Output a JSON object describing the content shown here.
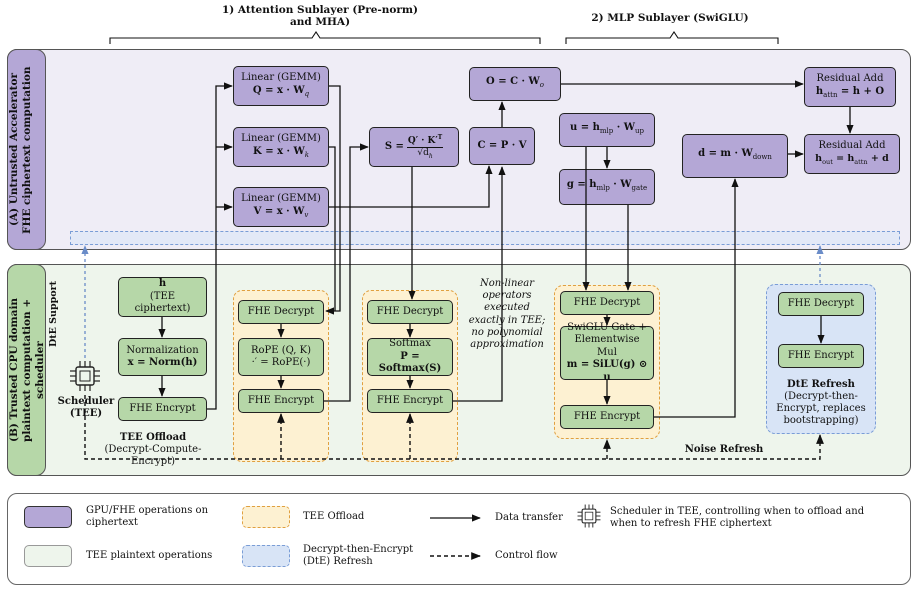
{
  "headings": {
    "attention": "1) Attention Sublayer (Pre-norm)",
    "attention_sub": "and MHA)",
    "mlp": "2) MLP Sublayer (SwiGLU)"
  },
  "panels": {
    "accelerator_line1": "(A) Untrusted Accelerator",
    "accelerator_line2": "FHE ciphertext computation",
    "cpu_line1": "(B) Trusted CPU domain",
    "cpu_line2": "plaintext computation + scheduler"
  },
  "gpu_ops": {
    "linear_q": {
      "title": "Linear (GEMM)",
      "formula": "Q = x · W",
      "sub": "q"
    },
    "linear_k": {
      "title": "Linear (GEMM)",
      "formula": "K = x · W",
      "sub": "k"
    },
    "linear_v": {
      "title": "Linear (GEMM)",
      "formula": "V = x · W",
      "sub": "v"
    },
    "scores": {
      "lhs": "S =",
      "num": "Q′ · K′",
      "sup": "T",
      "den": "√d",
      "den_sub": "h"
    },
    "out_proj": {
      "formula": "O = C · W",
      "sub": "o"
    },
    "attn_mix": {
      "formula": "C = P · V"
    },
    "up_proj": {
      "formula": "u = h",
      "sub1": "mlp",
      "mid": " · W",
      "sub2": "up"
    },
    "gate_proj": {
      "formula": "g = h",
      "sub1": "mlp",
      "mid": " · W",
      "sub2": "gate"
    },
    "down_proj": {
      "formula": "d = m · W",
      "sub": "down"
    },
    "residual1": {
      "title": "Residual Add",
      "formula": "h",
      "sub": "attn",
      "rest": " = h + O"
    },
    "residual2": {
      "title": "Residual Add",
      "formula": "h",
      "sub": "out",
      "rest": " = h",
      "sub2": "attn",
      "rest2": " + d"
    }
  },
  "tee_ops": {
    "h_input": {
      "line1": "h",
      "line2": "(TEE ciphertext)"
    },
    "normalization": {
      "line1": "Normalization",
      "line2": "x = Norm(h)"
    },
    "encrypt_norm": "FHE Encrypt",
    "decrypt_rope": "FHE Decrypt",
    "rope": {
      "line1": "RoPE (Q, K)",
      "line2": "·′ = RoPE(·)"
    },
    "encrypt_rope": "FHE Encrypt",
    "decrypt_softmax": "FHE Decrypt",
    "softmax": {
      "line1": "Softmax",
      "line2": "P = Softmax(S)"
    },
    "encrypt_softmax": "FHE Encrypt",
    "decrypt_swiglu": "FHE Decrypt",
    "swiglu": {
      "line1": "SwiGLU Gate +",
      "line2": "Elementwise Mul",
      "line3": "m = SiLU(g) ⊙ u"
    },
    "encrypt_swiglu": "FHE Encrypt",
    "decrypt_dte": "FHE Decrypt",
    "encrypt_dte": "FHE Encrypt"
  },
  "notes": {
    "nonlinear": [
      "Non-linear",
      "operators",
      "executed",
      "exactly in TEE;",
      "no polynomial",
      "approximation"
    ],
    "dte_support": "DtE Support",
    "scheduler_line1": "Scheduler",
    "scheduler_line2": "(TEE)",
    "tee_offload_title": "TEE Offload",
    "tee_offload_sub": "(Decrypt-Compute-Encrypt)",
    "dte_refresh_title": "DtE Refresh",
    "dte_refresh_sub": [
      "(Decrypt-then-",
      "Encrypt, replaces",
      "bootstrapping)"
    ],
    "noise_refresh": "Noise Refresh"
  },
  "legend": {
    "gpu": [
      "GPU/FHE operations on",
      "ciphertext"
    ],
    "tee_plain": "TEE plaintext operations",
    "tee_offload": "TEE Offload",
    "dte": [
      "Decrypt-then-Encrypt",
      "(DtE) Refresh"
    ],
    "data_transfer": "Data transfer",
    "control_flow": "Control flow",
    "scheduler": [
      "Scheduler in TEE, controlling when to offload and",
      "when to refresh FHE ciphertext"
    ]
  },
  "colors": {
    "gpu_fill": "#b4a7d6",
    "tee_fill": "#b6d7a8",
    "panel_a": "#efedf6",
    "panel_b": "#eef5ec",
    "offload": "#fdf1d2",
    "dte": "#d8e4f6"
  }
}
